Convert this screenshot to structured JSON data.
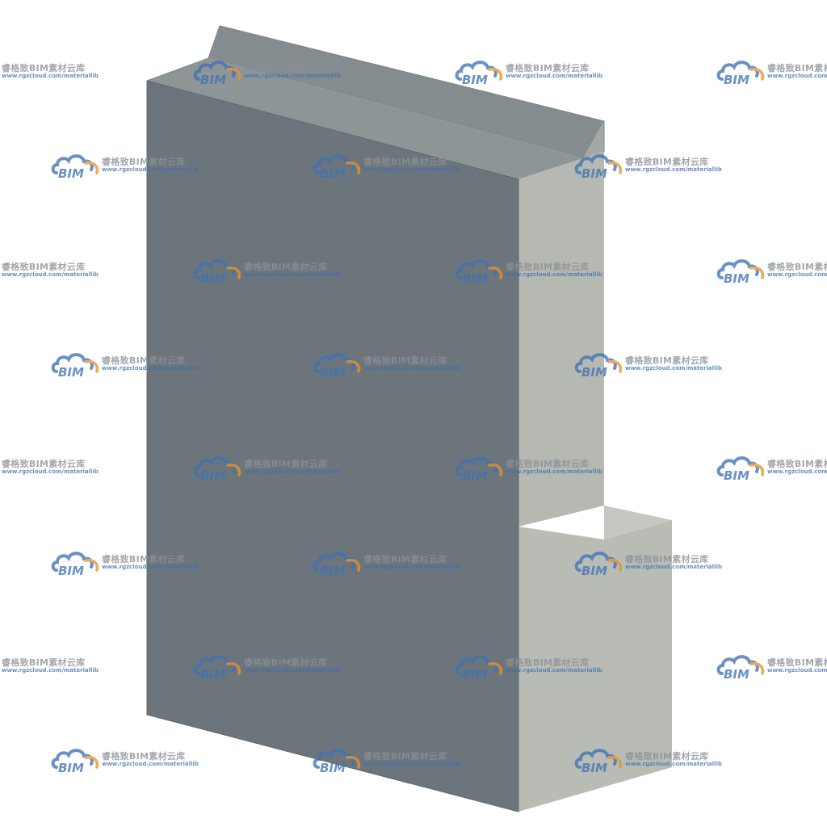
{
  "watermark": {
    "brand_title": "睿格致BIM素材云库",
    "brand_url": "www.rgzcloud.com/materiallib",
    "logo_text": "BIM",
    "colors": {
      "cloud_blue": "#3f73b5",
      "cloud_orange": "#e8932a",
      "title_gray": "#8a9096",
      "url_blue": "#3f6fb0"
    }
  },
  "model": {
    "colors": {
      "front_face": "#6c757c",
      "side_face": "#b5b8b1",
      "top_face": "#8c9396",
      "ridge_light": "#a9aeaa",
      "step_top": "#c4c6bf",
      "edge": "#5a6268"
    }
  }
}
